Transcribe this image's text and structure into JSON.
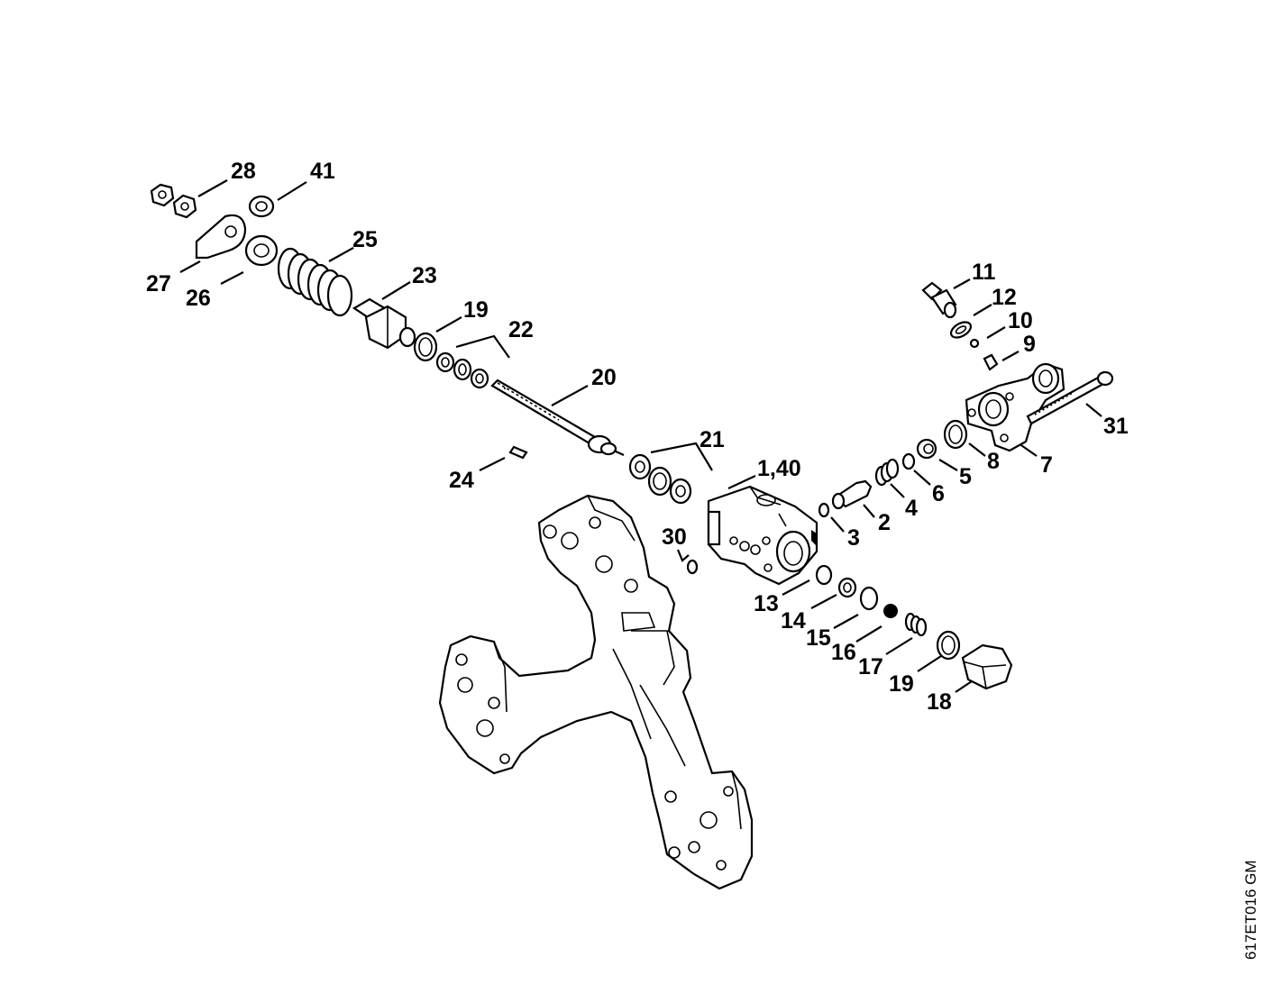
{
  "drawing_code": "617ET016 GM",
  "callouts": [
    {
      "id": "28",
      "text": "28"
    },
    {
      "id": "41",
      "text": "41"
    },
    {
      "id": "25",
      "text": "25"
    },
    {
      "id": "27",
      "text": "27"
    },
    {
      "id": "26",
      "text": "26"
    },
    {
      "id": "23",
      "text": "23"
    },
    {
      "id": "19a",
      "text": "19"
    },
    {
      "id": "22",
      "text": "22"
    },
    {
      "id": "20",
      "text": "20"
    },
    {
      "id": "21",
      "text": "21"
    },
    {
      "id": "24",
      "text": "24"
    },
    {
      "id": "140",
      "text": "1,40"
    },
    {
      "id": "30",
      "text": "30"
    },
    {
      "id": "11",
      "text": "11"
    },
    {
      "id": "12",
      "text": "12"
    },
    {
      "id": "10",
      "text": "10"
    },
    {
      "id": "9",
      "text": "9"
    },
    {
      "id": "31",
      "text": "31"
    },
    {
      "id": "7",
      "text": "7"
    },
    {
      "id": "8",
      "text": "8"
    },
    {
      "id": "5",
      "text": "5"
    },
    {
      "id": "6",
      "text": "6"
    },
    {
      "id": "4",
      "text": "4"
    },
    {
      "id": "2",
      "text": "2"
    },
    {
      "id": "3",
      "text": "3"
    },
    {
      "id": "13",
      "text": "13"
    },
    {
      "id": "14",
      "text": "14"
    },
    {
      "id": "15",
      "text": "15"
    },
    {
      "id": "16",
      "text": "16"
    },
    {
      "id": "17",
      "text": "17"
    },
    {
      "id": "19b",
      "text": "19"
    },
    {
      "id": "18",
      "text": "18"
    }
  ]
}
